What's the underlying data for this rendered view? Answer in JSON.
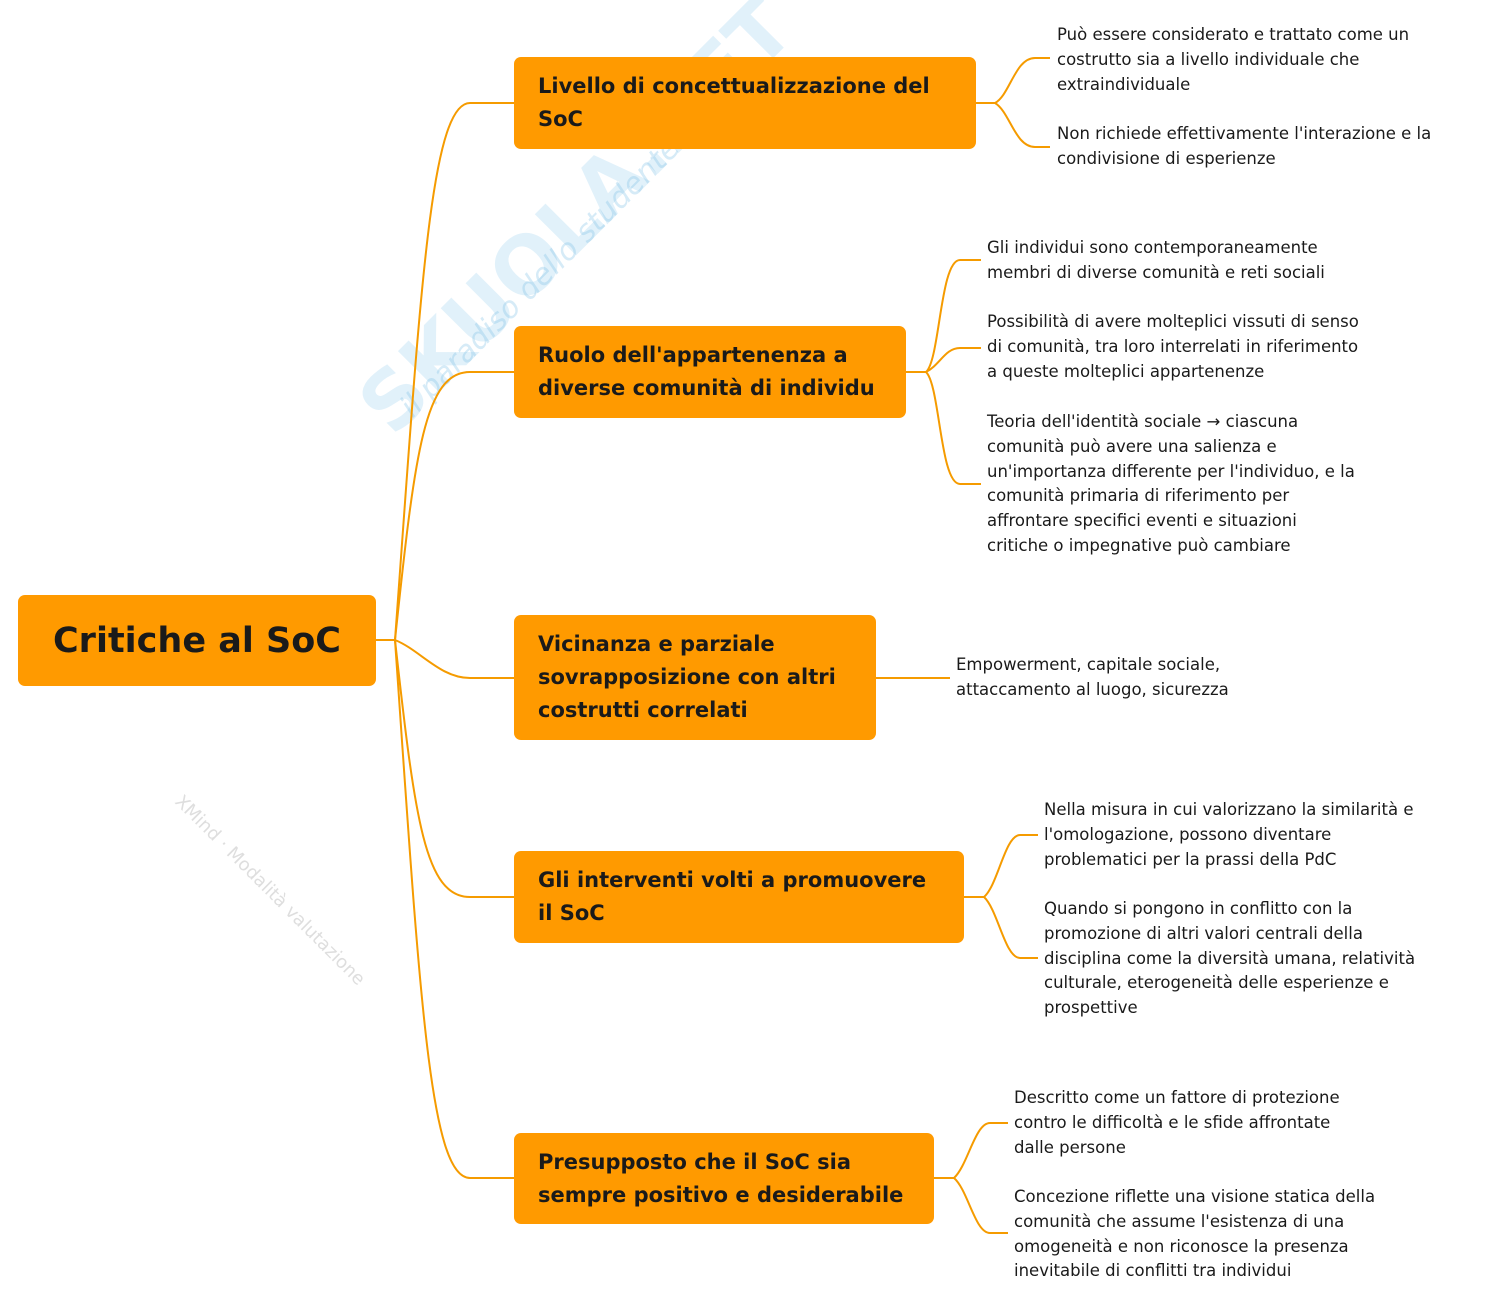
{
  "root": {
    "label": "Critiche al SoC"
  },
  "branches": [
    {
      "label": "Livello di concettualizzazione del\nSoC",
      "leaves": [
        "Può essere considerato e trattato come un\ncostrutto sia a  livello individuale che\nextraindividuale",
        "Non richiede effettivamente l'interazione e la\ncondivisione di esperienze"
      ]
    },
    {
      "label": "Ruolo dell'appartenenza a\ndiverse comunità di individu",
      "leaves": [
        "Gli individui sono contemporaneamente\nmembri di diverse comunità e reti sociali",
        "Possibilità di avere molteplici vissuti di senso\ndi comunità, tra loro interrelati in riferimento\na  queste molteplici appartenenze",
        "Teoria dell'identità sociale → ciascuna\ncomunità può avere una salienza e\nun'importanza differente  per l'individuo, e la\ncomunità primaria di riferimento per\naffrontare specifici eventi e situazioni\ncritiche  o impegnative può cambiare"
      ]
    },
    {
      "label": "Vicinanza e parziale\nsovrapposizione con altri\ncostrutti correlati",
      "leaves": [
        "Empowerment, capitale sociale,\nattaccamento al luogo, sicurezza"
      ]
    },
    {
      "label": "Gli interventi volti a promuovere\nil SoC",
      "leaves": [
        "Nella misura in cui valorizzano la similarità e\nl'omologazione,  possono diventare\nproblematici per la prassi della PdC",
        "Quando si pongono in conflitto con la\npromozione di altri valori centrali della\ndisciplina come la diversità umana, relatività\nculturale, eterogeneità delle esperienze e\nprospettive"
      ]
    },
    {
      "label": "Presupposto che il SoC sia\nsempre positivo e desiderabile",
      "leaves": [
        "Descritto come un fattore di protezione\ncontro le difficoltà e le sfide affrontate\ndalle persone",
        "Concezione riflette una visione statica della\ncomunità che assume l'esistenza di una\nomogeneità e non riconosce la presenza\ninevitabile di conflitti tra individui"
      ]
    }
  ],
  "watermarks": {
    "skuola": "SKUOLA.NET",
    "skuola_tagline": "il paradiso dello studente",
    "xmind": "XMind",
    "xmind_mode": "Modalità valutazione"
  },
  "colors": {
    "node": "#FF9A00",
    "line": "#F59B00"
  }
}
